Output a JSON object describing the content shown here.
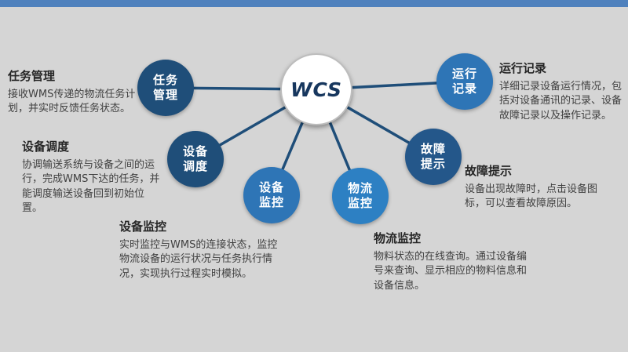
{
  "slide": {
    "background": "#d5d5d5",
    "top_bar_color": "#4f81bd",
    "connector_color": "#1f4e79"
  },
  "center": {
    "label": "WCS",
    "text_color": "#17375e"
  },
  "nodes": [
    {
      "name": "task-management",
      "line1": "任务",
      "line2": "管理",
      "color": "#1f4e79"
    },
    {
      "name": "equipment-scheduling",
      "line1": "设备",
      "line2": "调度",
      "color": "#1f4e79"
    },
    {
      "name": "equipment-monitoring",
      "line1": "设备",
      "line2": "监控",
      "color": "#2e75b6"
    },
    {
      "name": "logistics-monitoring",
      "line1": "物流",
      "line2": "监控",
      "color": "#2d80c3"
    },
    {
      "name": "fault-alert",
      "line1": "故障",
      "line2": "提示",
      "color": "#24578a"
    },
    {
      "name": "operation-record",
      "line1": "运行",
      "line2": "记录",
      "color": "#2e75b6"
    }
  ],
  "annotations": [
    {
      "title": "任务管理",
      "body": "接收WMS传递的物流任务计划，并实时反馈任务状态。"
    },
    {
      "title": "设备调度",
      "body": "协调输送系统与设备之间的运行，完成WMS下达的任务，并能调度输送设备回到初始位置。"
    },
    {
      "title": "设备监控",
      "body": "实时监控与WMS的连接状态，监控物流设备的运行状况与任务执行情况，实现执行过程实时模拟。"
    },
    {
      "title": "物流监控",
      "body": "物料状态的在线查询。通过设备编号来查询、显示相应的物料信息和设备信息。"
    },
    {
      "title": "运行记录",
      "body": "详细记录设备运行情况，包括对设备通讯的记录、设备故障记录以及操作记录。"
    },
    {
      "title": "故障提示",
      "body": "设备出现故障时，点击设备图标，可以查看故障原因。"
    }
  ]
}
